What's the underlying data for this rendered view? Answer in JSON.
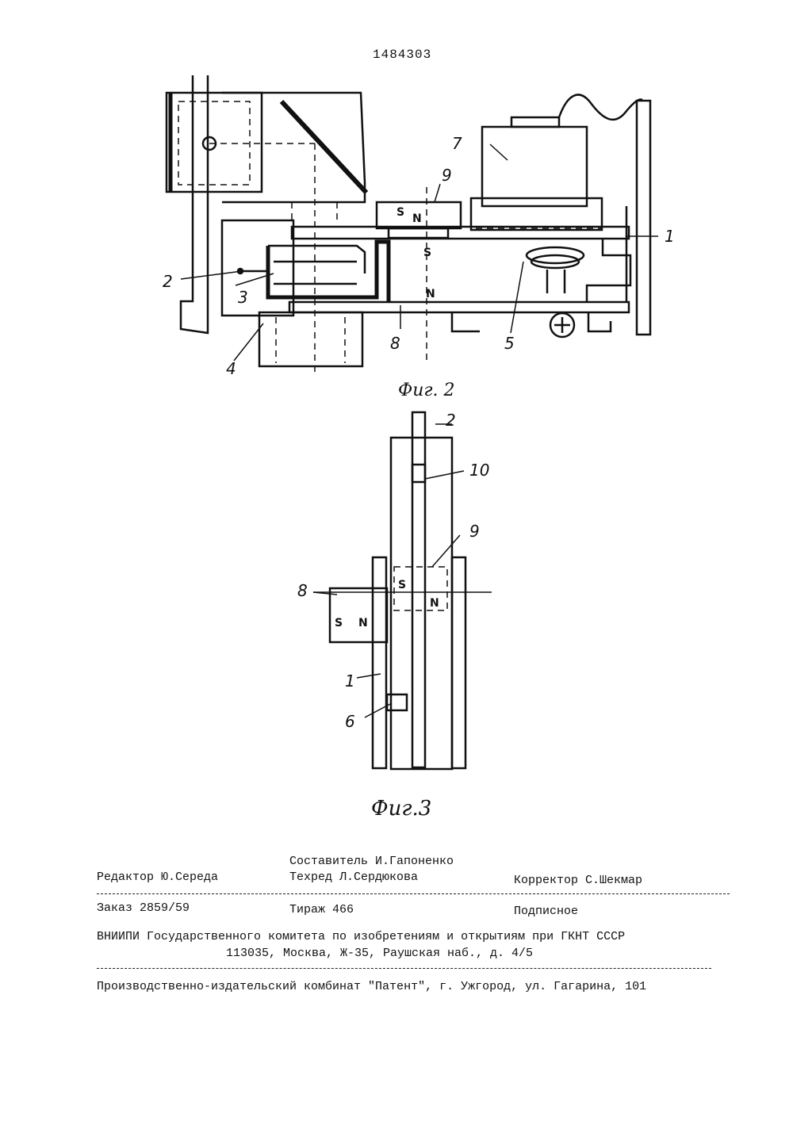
{
  "patent_number": "1484303",
  "figures": {
    "fig2": {
      "caption": "Фиг. 2",
      "labels": [
        "1",
        "2",
        "3",
        "4",
        "5",
        "7",
        "8",
        "9"
      ],
      "pole_marks": {
        "s": "S",
        "n": "N"
      }
    },
    "fig3": {
      "caption": "Фиг.3",
      "labels": [
        "1",
        "2",
        "6",
        "8",
        "9",
        "10"
      ],
      "pole_marks": {
        "s": "S",
        "n": "N"
      }
    }
  },
  "imprint": {
    "compiler": "Составитель И.Гапоненко",
    "editor": "Редактор Ю.Середа",
    "techred": "Техред Л.Сердюкова",
    "corrector": "Корректор С.Шекмар",
    "order": "Заказ 2859/59",
    "circulation": "Тираж 466",
    "subscription": "Подписное",
    "org_line1": "ВНИИПИ Государственного комитета по изобретениям и открытиям при ГКНТ СССР",
    "org_line2": "113035, Москва, Ж-35, Раушская наб., д. 4/5",
    "publisher": "Производственно-издательский комбинат \"Патент\", г. Ужгород, ул. Гагарина, 101"
  }
}
